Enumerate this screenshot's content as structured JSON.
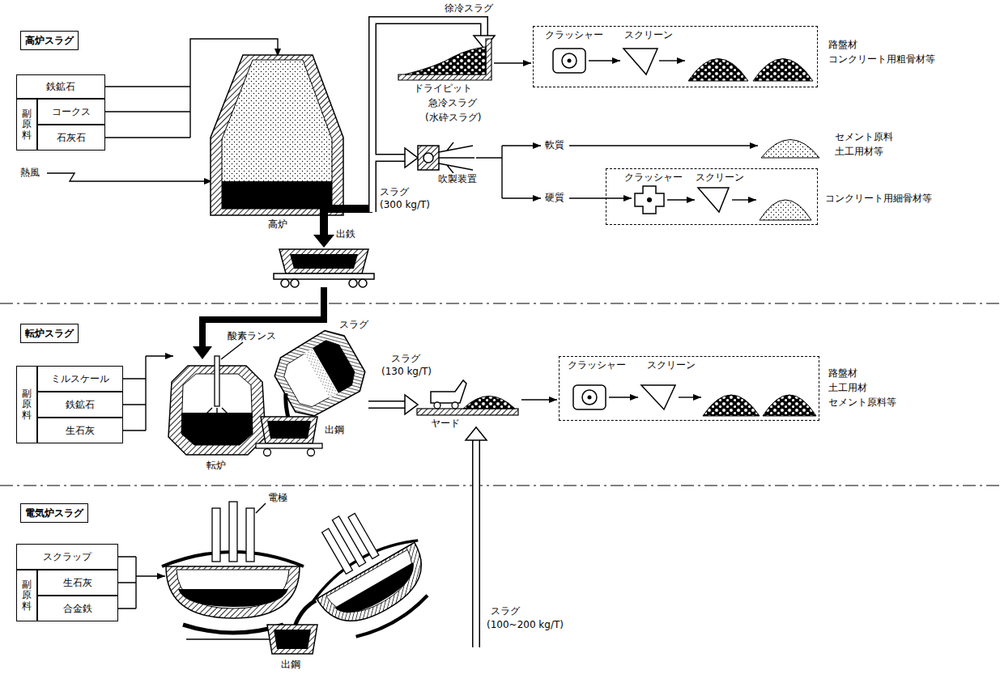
{
  "diagram": {
    "nodes": [
      {
        "text": [
          "高炉スラグ"
        ]
      },
      {
        "text": [
          "鉄鉱石"
        ]
      },
      {
        "text": [
          "副原料"
        ]
      },
      {
        "text": [
          "コークス"
        ]
      },
      {
        "text": [
          "石灰石"
        ]
      },
      {
        "text": [
          "クラッシャー",
          "スクリーン"
        ]
      },
      {
        "text": [
          "クラッシャー",
          "スクリーン"
        ]
      },
      {
        "text": [
          "転炉スラグ"
        ]
      },
      {
        "text": [
          "副原料"
        ]
      },
      {
        "text": [
          "ミルスケール"
        ]
      },
      {
        "text": [
          "鉄鉱石"
        ]
      },
      {
        "text": [
          "生石灰"
        ]
      },
      {
        "text": [
          "クラッシャー",
          "スクリーン"
        ]
      },
      {
        "text": [
          "電気炉スラグ"
        ]
      },
      {
        "text": [
          "スクラップ"
        ]
      },
      {
        "text": [
          "副原料"
        ]
      },
      {
        "text": [
          "生石灰"
        ]
      },
      {
        "text": [
          "合金鉄"
        ]
      }
    ],
    "labels": [
      "徐冷スラグ",
      "ドライピット",
      "路盤材",
      "コンクリート用粗骨材等",
      "急冷スラグ",
      "(水砕スラグ)",
      "軟質",
      "セメント原料",
      "土工用材等",
      "熱風",
      "吹製装置",
      "スラグ",
      "(300 kg/T)",
      "硬質",
      "コンクリート用細骨材等",
      "高炉",
      "出鉄",
      "酸素ランス",
      "スラグ",
      "スラグ",
      "(130 kg/T)",
      "路盤材",
      "土工用材",
      "セメント原料等",
      "ヤード",
      "出鋼",
      "転炉",
      "電極",
      "スラグ",
      "(100~200 kg/T)",
      "出鋼"
    ]
  }
}
